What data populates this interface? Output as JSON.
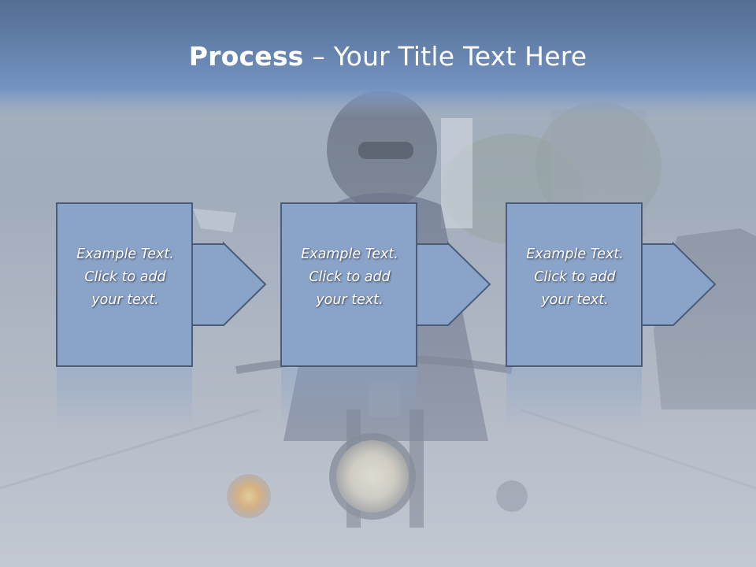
{
  "slide": {
    "title_bold": "Process",
    "title_rest": " – Your Title Text Here"
  },
  "steps": [
    {
      "line1": "Example Text.",
      "line2": "Click  to add",
      "line3": "your text."
    },
    {
      "line1": "Example Text.",
      "line2": "Click  to add",
      "line3": "your text."
    },
    {
      "line1": "Example Text.",
      "line2": "Click  to add",
      "line3": "your text."
    }
  ],
  "colors": {
    "title_band": "#6f8db6",
    "shape_fill": "#8aa3c9",
    "shape_border": "#4a5c78",
    "text": "#ffffff"
  },
  "background_image": "motorcycle-rider-photo"
}
